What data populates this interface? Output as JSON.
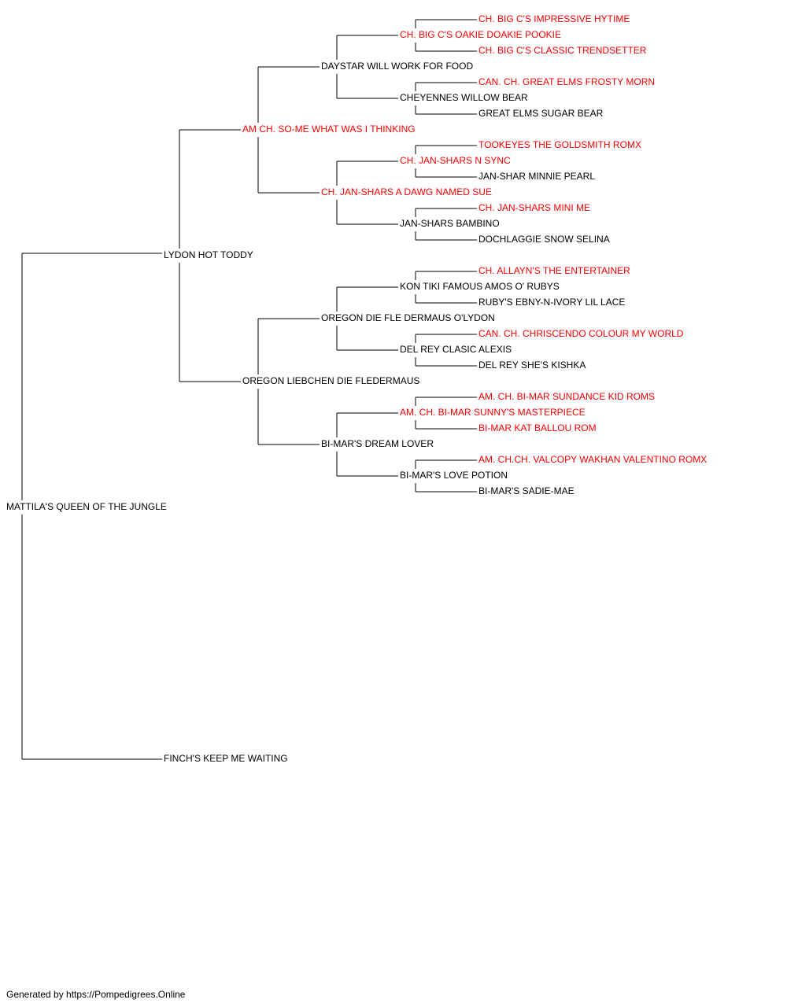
{
  "colors": {
    "champion": "#ff0000",
    "normal": "#000000",
    "line": "#000000"
  },
  "pedigree": {
    "name": "MATTILA'S QUEEN OF THE JUNGLE",
    "champion": false,
    "sire": {
      "name": "LYDON HOT TODDY",
      "champion": false,
      "sire": {
        "name": "AM CH. SO-ME WHAT WAS I THINKING",
        "champion": true,
        "sire": {
          "name": "DAYSTAR WILL WORK FOR FOOD",
          "champion": false,
          "sire": {
            "name": "CH. BIG C'S OAKIE DOAKIE POOKIE",
            "champion": true,
            "sire": {
              "name": "CH. BIG C'S IMPRESSIVE HYTIME",
              "champion": true
            },
            "dam": {
              "name": "CH. BIG C'S CLASSIC TRENDSETTER",
              "champion": true
            }
          },
          "dam": {
            "name": "CHEYENNES WILLOW BEAR",
            "champion": false,
            "sire": {
              "name": "CAN. CH. GREAT ELMS FROSTY MORN",
              "champion": true
            },
            "dam": {
              "name": "GREAT ELMS SUGAR BEAR",
              "champion": false
            }
          }
        },
        "dam": {
          "name": "CH. JAN-SHARS A DAWG NAMED SUE",
          "champion": true,
          "sire": {
            "name": "CH. JAN-SHARS N SYNC",
            "champion": true,
            "sire": {
              "name": "TOOKEYES THE GOLDSMITH ROMX",
              "champion": true
            },
            "dam": {
              "name": "JAN-SHAR MINNIE PEARL",
              "champion": false
            }
          },
          "dam": {
            "name": "JAN-SHARS BAMBINO",
            "champion": false,
            "sire": {
              "name": "CH. JAN-SHARS MINI ME",
              "champion": true
            },
            "dam": {
              "name": "DOCHLAGGIE SNOW SELINA",
              "champion": false
            }
          }
        }
      },
      "dam": {
        "name": "OREGON LIEBCHEN DIE FLEDERMAUS",
        "champion": false,
        "sire": {
          "name": "OREGON DIE FLE DERMAUS O'LYDON",
          "champion": false,
          "sire": {
            "name": "KON TIKI FAMOUS AMOS O' RUBYS",
            "champion": false,
            "sire": {
              "name": "CH. ALLAYN'S THE ENTERTAINER",
              "champion": true
            },
            "dam": {
              "name": "RUBY'S EBNY-N-IVORY LIL LACE",
              "champion": false
            }
          },
          "dam": {
            "name": "DEL REY CLASIC ALEXIS",
            "champion": false,
            "sire": {
              "name": "CAN. CH. CHRISCENDO COLOUR MY WORLD",
              "champion": true
            },
            "dam": {
              "name": "DEL REY SHE'S KISHKA",
              "champion": false
            }
          }
        },
        "dam": {
          "name": "BI-MAR'S DREAM LOVER",
          "champion": false,
          "sire": {
            "name": "AM. CH. BI-MAR SUNNY'S MASTERPIECE",
            "champion": true,
            "sire": {
              "name": "AM. CH. BI-MAR SUNDANCE KID ROMS",
              "champion": true
            },
            "dam": {
              "name": "BI-MAR KAT BALLOU ROM",
              "champion": true
            }
          },
          "dam": {
            "name": "BI-MAR'S LOVE POTION",
            "champion": false,
            "sire": {
              "name": "AM. CH.CH. VALCOPY WAKHAN VALENTINO ROMX",
              "champion": true
            },
            "dam": {
              "name": "BI-MAR'S SADIE-MAE",
              "champion": false
            }
          }
        }
      }
    },
    "dam": {
      "name": "FINCH'S KEEP ME WAITING",
      "champion": false
    }
  },
  "footer": {
    "text": "Generated by https://Pompedigrees.Online"
  }
}
